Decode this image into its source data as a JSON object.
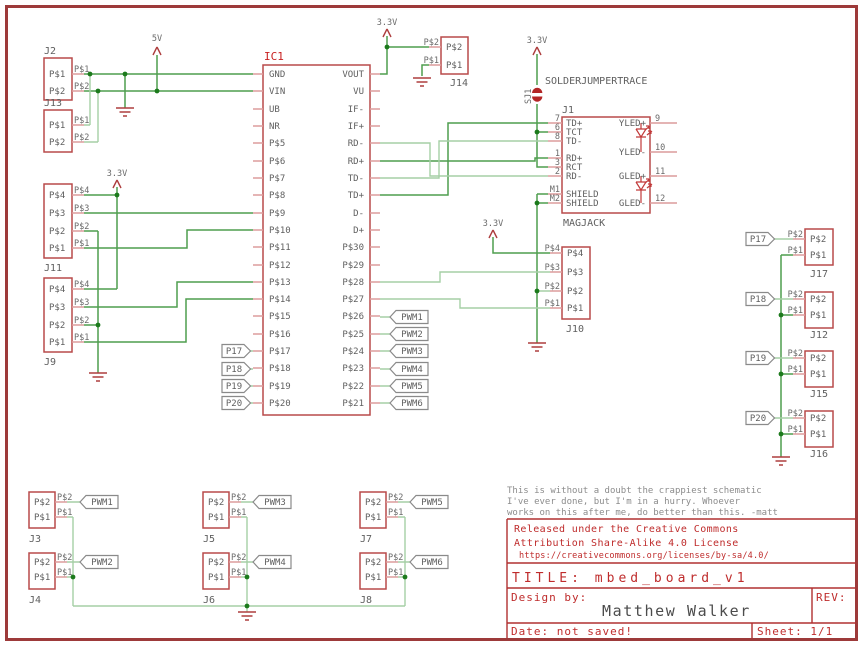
{
  "power": {
    "v5": "5V",
    "v33": "3.3V"
  },
  "ic1": {
    "name": "IC1",
    "left_pins": [
      "GND",
      "VIN",
      "UB",
      "NR",
      "P$5",
      "P$6",
      "P$7",
      "P$8",
      "P$9",
      "P$10",
      "P$11",
      "P$12",
      "P$13",
      "P$14",
      "P$15",
      "P$16",
      "P$17",
      "P$18",
      "P$19",
      "P$20"
    ],
    "right_pins": [
      "VOUT",
      "VU",
      "IF-",
      "IF+",
      "RD-",
      "RD+",
      "TD-",
      "TD+",
      "D-",
      "D+",
      "P$30",
      "P$29",
      "P$28",
      "P$27",
      "P$26",
      "P$25",
      "P$24",
      "P$23",
      "P$22",
      "P$21"
    ]
  },
  "magjack": {
    "designator": "J1",
    "value": "MAGJACK",
    "left_pins": [
      {
        "num": "7",
        "name": "TD+"
      },
      {
        "num": "6",
        "name": "TCT"
      },
      {
        "num": "8",
        "name": "TD-"
      },
      {
        "num": "1",
        "name": "RD+"
      },
      {
        "num": "3",
        "name": "RCT"
      },
      {
        "num": "2",
        "name": "RD-"
      },
      {
        "num": "M1",
        "name": "SHIELD"
      },
      {
        "num": "M2",
        "name": "SHIELD"
      }
    ],
    "right_pins": [
      {
        "num": "9",
        "name": "YLED+"
      },
      {
        "num": "10",
        "name": "YLED-"
      },
      {
        "num": "11",
        "name": "GLED+"
      },
      {
        "num": "12",
        "name": "GLED-"
      }
    ]
  },
  "solder_jumper": {
    "designator": "SJ1",
    "value": "SOLDERJUMPERTRACE"
  },
  "connectors": {
    "J2": {
      "name": "J2",
      "pins": [
        "P$1",
        "P$2"
      ]
    },
    "J13": {
      "name": "J13",
      "pins": [
        "P$1",
        "P$2"
      ]
    },
    "J11": {
      "name": "J11",
      "pins": [
        "P$4",
        "P$3",
        "P$2",
        "P$1"
      ]
    },
    "J9": {
      "name": "J9",
      "pins": [
        "P$4",
        "P$3",
        "P$2",
        "P$1"
      ]
    },
    "J14": {
      "name": "J14",
      "pins": [
        "P$2",
        "P$1"
      ]
    },
    "J10": {
      "name": "J10",
      "pins": [
        "P$4",
        "P$3",
        "P$2",
        "P$1"
      ]
    },
    "J17": {
      "name": "J17",
      "pins": [
        "P$2",
        "P$1"
      ]
    },
    "J12": {
      "name": "J12",
      "pins": [
        "P$2",
        "P$1"
      ]
    },
    "J15": {
      "name": "J15",
      "pins": [
        "P$2",
        "P$1"
      ]
    },
    "J16": {
      "name": "J16",
      "pins": [
        "P$2",
        "P$1"
      ]
    },
    "J3": {
      "name": "J3",
      "pins": [
        "P$2",
        "P$1"
      ]
    },
    "J4": {
      "name": "J4",
      "pins": [
        "P$2",
        "P$1"
      ]
    },
    "J5": {
      "name": "J5",
      "pins": [
        "P$2",
        "P$1"
      ]
    },
    "J6": {
      "name": "J6",
      "pins": [
        "P$2",
        "P$1"
      ]
    },
    "J7": {
      "name": "J7",
      "pins": [
        "P$2",
        "P$1"
      ]
    },
    "J8": {
      "name": "J8",
      "pins": [
        "P$2",
        "P$1"
      ]
    }
  },
  "tags": {
    "p": [
      "P17",
      "P18",
      "P19",
      "P20"
    ],
    "pwm": [
      "PWM1",
      "PWM2",
      "PWM3",
      "PWM4",
      "PWM5",
      "PWM6"
    ]
  },
  "note_lines": [
    "This is without a doubt the crappiest schematic",
    "I've ever done, but I'm in a hurry.  Whoever",
    "works on this after me, do better than this. -matt"
  ],
  "title_block": {
    "license_line1": "Released under the Creative Commons",
    "license_line2": "Attribution Share-Alike 4.0 License",
    "license_url": "https://creativecommons.org/licenses/by-sa/4.0/",
    "title": "TITLE: mbed_board_v1",
    "design_by_label": "Design by:",
    "designer": "Matthew Walker",
    "rev_label": "REV:",
    "date": "Date: not saved!",
    "sheet": "Sheet: 1/1"
  },
  "colors": {
    "component_red": "#b94a4a",
    "net_green": "#4f9e4f",
    "frame_red": "#9d3a3a",
    "text_gray": "#5f5f5f"
  }
}
